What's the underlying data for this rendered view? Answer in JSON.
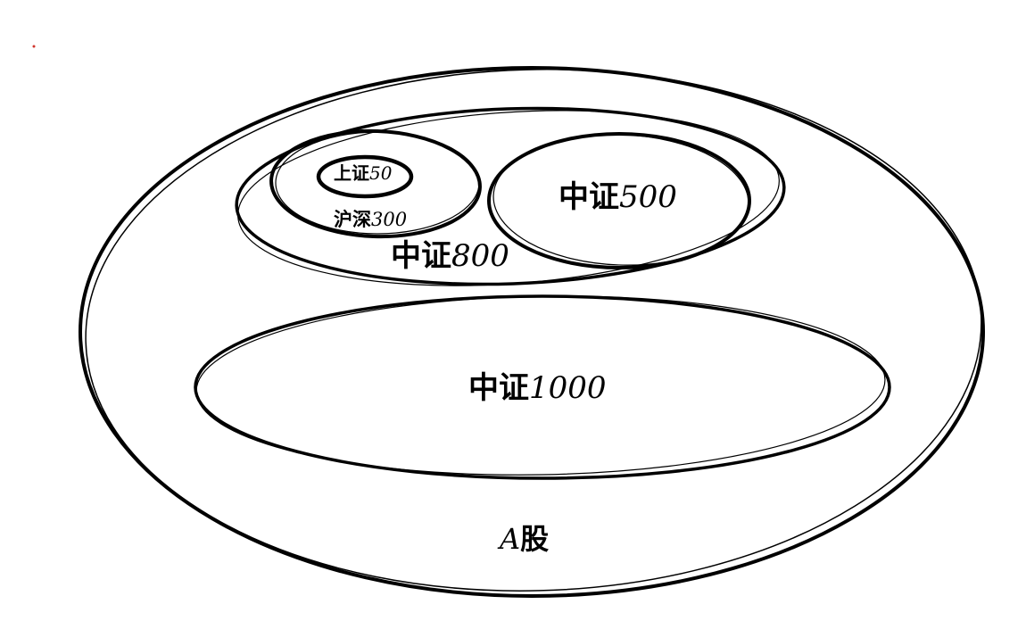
{
  "diagram": {
    "sets": [
      {
        "id": "a-shares",
        "label_num": "A",
        "label_cn": "股"
      },
      {
        "id": "csi1000",
        "label_cn": "中证",
        "label_num": "1000"
      },
      {
        "id": "csi800",
        "label_cn": "中证",
        "label_num": "800"
      },
      {
        "id": "csi500",
        "label_cn": "中证",
        "label_num": "500"
      },
      {
        "id": "csi300",
        "label_cn": "沪深",
        "label_num": "300"
      },
      {
        "id": "sse50",
        "label_cn": "上证",
        "label_num": "50"
      }
    ],
    "colors": {
      "stroke": "#000000",
      "background": "#ffffff",
      "dot": "#d0342c"
    }
  }
}
